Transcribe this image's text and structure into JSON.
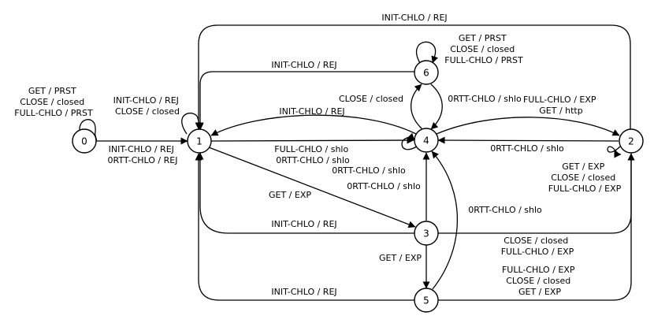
{
  "colors": {
    "stroke": "#000000",
    "background": "#ffffff"
  },
  "states": [
    {
      "id": "s0",
      "label": "0"
    },
    {
      "id": "s1",
      "label": "1"
    },
    {
      "id": "s2",
      "label": "2"
    },
    {
      "id": "s3",
      "label": "3"
    },
    {
      "id": "s4",
      "label": "4"
    },
    {
      "id": "s5",
      "label": "5"
    },
    {
      "id": "s6",
      "label": "6"
    }
  ],
  "transitions": [
    {
      "id": "t0_self",
      "from": "0",
      "to": "0",
      "lines": [
        "GET / PRST",
        "CLOSE / closed",
        "FULL-CHLO / PRST"
      ]
    },
    {
      "id": "t0_1",
      "from": "0",
      "to": "1",
      "lines": [
        "INIT-CHLO / REJ",
        "0RTT-CHLO / REJ"
      ]
    },
    {
      "id": "t1_self",
      "from": "1",
      "to": "1",
      "lines": [
        "INIT-CHLO / REJ",
        "CLOSE / closed"
      ]
    },
    {
      "id": "t1_4",
      "from": "1",
      "to": "4",
      "lines": [
        "FULL-CHLO / shlo",
        "0RTT-CHLO / shlo"
      ]
    },
    {
      "id": "t1_3",
      "from": "1",
      "to": "3",
      "lines": [
        "GET / EXP"
      ]
    },
    {
      "id": "t2_1",
      "from": "2",
      "to": "1",
      "lines": [
        "INIT-CHLO / REJ"
      ]
    },
    {
      "id": "t6_1",
      "from": "6",
      "to": "1",
      "lines": [
        "INIT-CHLO / REJ"
      ]
    },
    {
      "id": "t4_1",
      "from": "4",
      "to": "1",
      "lines": [
        "INIT-CHLO / REJ"
      ]
    },
    {
      "id": "t3_1",
      "from": "3",
      "to": "1",
      "lines": [
        "INIT-CHLO / REJ"
      ]
    },
    {
      "id": "t5_1",
      "from": "5",
      "to": "1",
      "lines": [
        "INIT-CHLO / REJ"
      ]
    },
    {
      "id": "t6_self",
      "from": "6",
      "to": "6",
      "lines": [
        "GET / PRST",
        "CLOSE / closed",
        "FULL-CHLO / PRST"
      ]
    },
    {
      "id": "t4_6",
      "from": "4",
      "to": "6",
      "lines": [
        "CLOSE / closed"
      ]
    },
    {
      "id": "t6_4",
      "from": "6",
      "to": "4",
      "lines": [
        "0RTT-CHLO / shlo"
      ]
    },
    {
      "id": "t4_self",
      "from": "4",
      "to": "4",
      "lines": [
        "0RTT-CHLO / shlo"
      ]
    },
    {
      "id": "t4_2",
      "from": "4",
      "to": "2",
      "lines": [
        "FULL-CHLO / EXP",
        "GET / http"
      ]
    },
    {
      "id": "t2_4",
      "from": "2",
      "to": "4",
      "lines": [
        "0RTT-CHLO / shlo"
      ]
    },
    {
      "id": "t2_self",
      "from": "2",
      "to": "2",
      "lines": [
        "GET / EXP",
        "CLOSE / closed",
        "FULL-CHLO / EXP"
      ]
    },
    {
      "id": "t3_4",
      "from": "3",
      "to": "4",
      "lines": [
        "0RTT-CHLO / shlo"
      ]
    },
    {
      "id": "t3_5",
      "from": "3",
      "to": "5",
      "lines": [
        "GET / EXP"
      ]
    },
    {
      "id": "t3_2",
      "from": "3",
      "to": "2",
      "lines": [
        "CLOSE / closed",
        "FULL-CHLO / EXP"
      ]
    },
    {
      "id": "t5_4",
      "from": "5",
      "to": "4",
      "lines": [
        "0RTT-CHLO / shlo"
      ]
    },
    {
      "id": "t5_2",
      "from": "5",
      "to": "2",
      "lines": [
        "FULL-CHLO / EXP",
        "CLOSE / closed",
        "GET / EXP"
      ]
    }
  ]
}
